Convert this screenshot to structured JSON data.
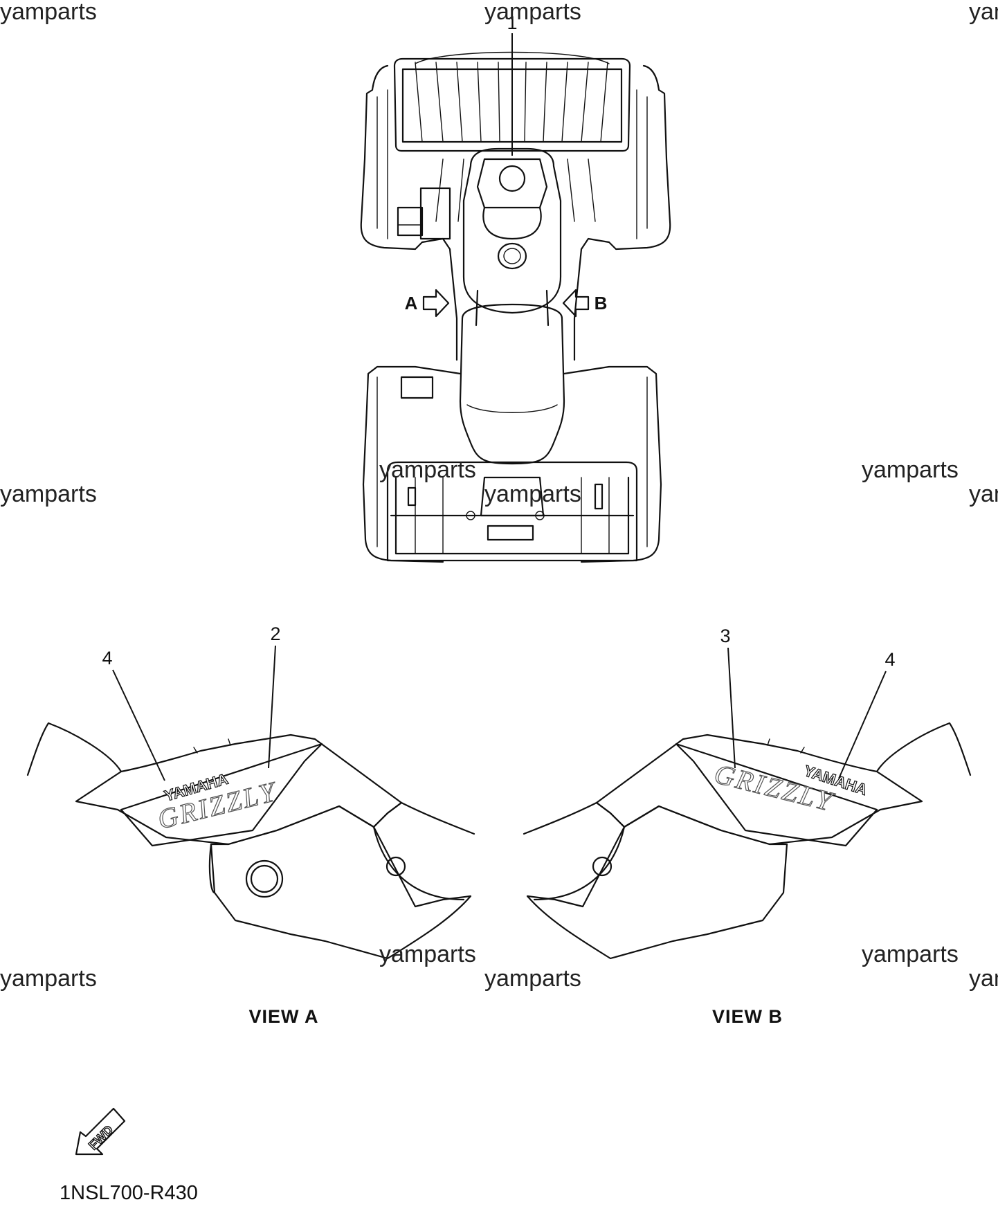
{
  "watermarks": [
    {
      "id": "wm-1",
      "text": "yamparts"
    },
    {
      "id": "wm-2",
      "text": "yamparts"
    },
    {
      "id": "wm-3",
      "text": "yam"
    },
    {
      "id": "wm-4",
      "text": "yamparts"
    },
    {
      "id": "wm-5",
      "text": "yamparts"
    },
    {
      "id": "wm-6",
      "text": "yamparts"
    },
    {
      "id": "wm-7",
      "text": "yamparts"
    },
    {
      "id": "wm-8",
      "text": "yam"
    },
    {
      "id": "wm-9",
      "text": "yamparts"
    },
    {
      "id": "wm-10",
      "text": "yamparts"
    },
    {
      "id": "wm-11",
      "text": "yamparts"
    },
    {
      "id": "wm-12",
      "text": "yamparts"
    },
    {
      "id": "wm-13",
      "text": "yam"
    }
  ],
  "callouts": {
    "one": "1",
    "two": "2",
    "three": "3",
    "four_left": "4",
    "four_right": "4"
  },
  "view_arrows": {
    "a": "A",
    "b": "B"
  },
  "views": {
    "a": "VIEW A",
    "b": "VIEW B"
  },
  "decals": {
    "brand": "YAMAHA",
    "model": "GRIZZLY"
  },
  "fwd": "FWD",
  "part_code": "1NSL700-R430"
}
